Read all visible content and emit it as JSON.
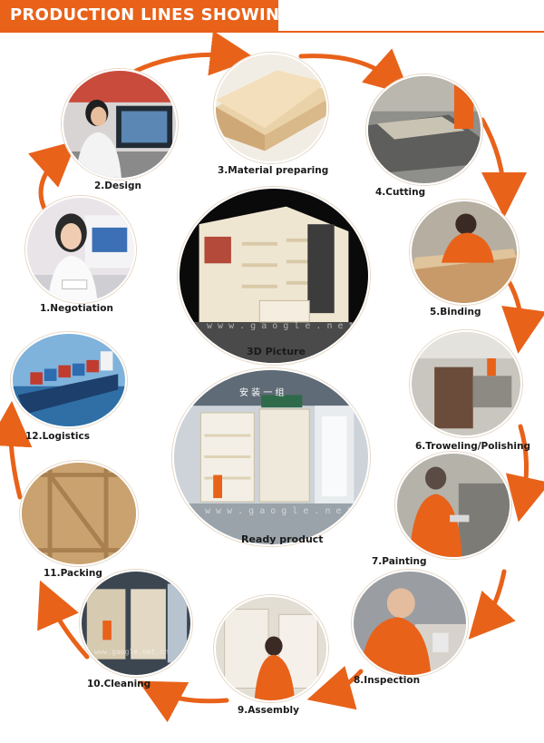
{
  "header": {
    "title": "PRODUCTION LINES SHOWING",
    "accent": "#e8621a"
  },
  "steps": [
    {
      "id": "step-1",
      "label": "1.Negotiation"
    },
    {
      "id": "step-2",
      "label": "2.Design"
    },
    {
      "id": "step-3",
      "label": "3.Material preparing"
    },
    {
      "id": "step-4",
      "label": "4.Cutting"
    },
    {
      "id": "step-5",
      "label": "5.Binding"
    },
    {
      "id": "step-6",
      "label": "6.Troweling/Polishing"
    },
    {
      "id": "step-7",
      "label": "7.Painting"
    },
    {
      "id": "step-8",
      "label": "8.Inspection"
    },
    {
      "id": "step-9",
      "label": "9.Assembly"
    },
    {
      "id": "step-10",
      "label": "10.Cleaning"
    },
    {
      "id": "step-11",
      "label": "11.Packing"
    },
    {
      "id": "step-12",
      "label": "12.Logistics"
    }
  ],
  "center": {
    "picture_label": "3D Picture",
    "product_label": "Ready product",
    "watermark_a": "w w w . g a o g l e . n e t . c n",
    "watermark_b": "w w w . g a o g l e . n e t . c n",
    "sign_text": "安 装 一 组"
  },
  "colors": {
    "arrow": "#e8621a",
    "ring": "#e6d7c6"
  }
}
